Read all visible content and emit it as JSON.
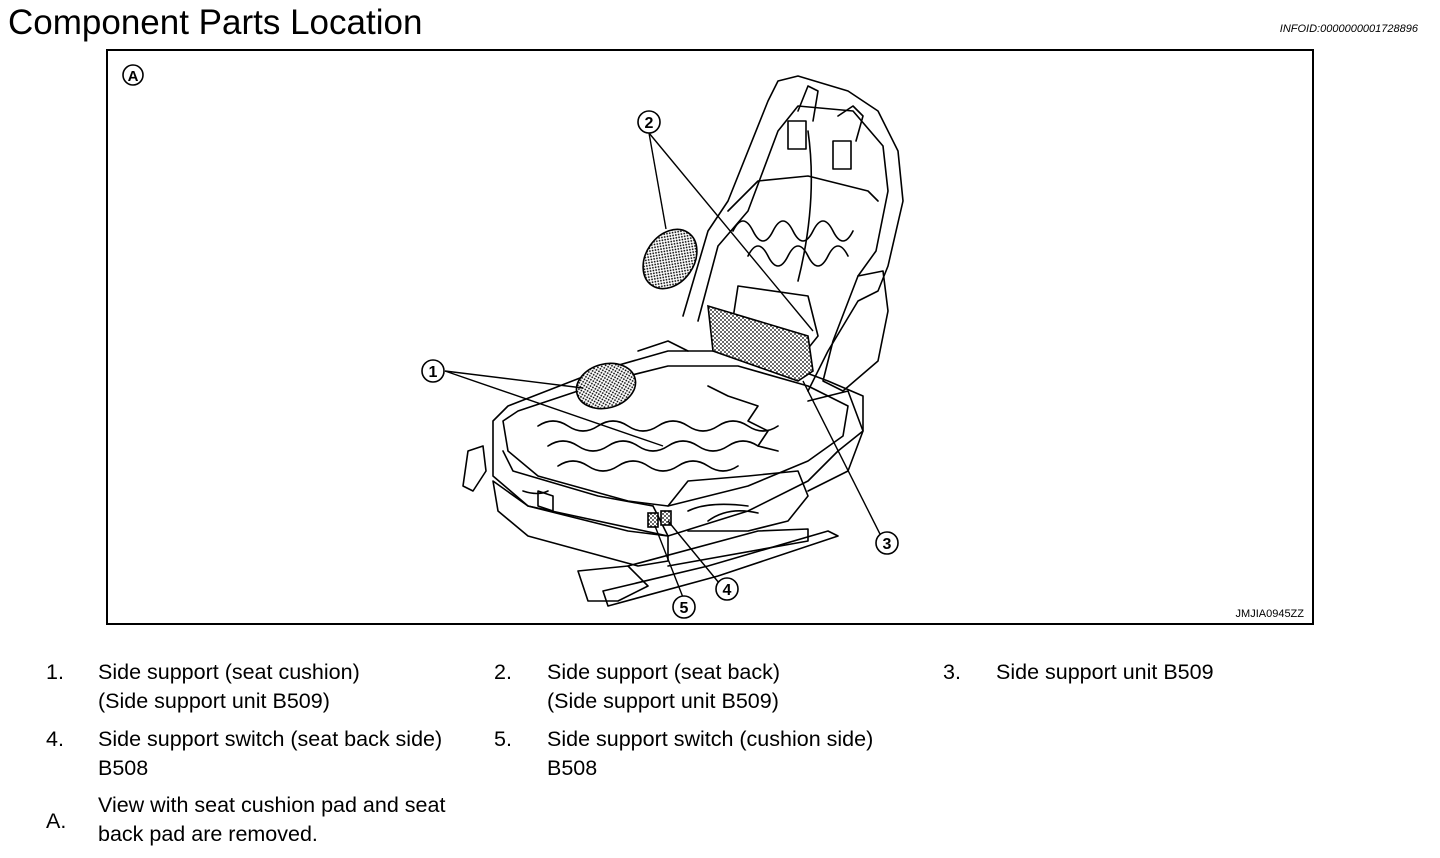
{
  "header": {
    "title": "Component Parts Location",
    "info_id": "INFOID:0000000001728896"
  },
  "figure": {
    "view_label": "A",
    "code": "JMJIA0945ZZ",
    "callouts": [
      "1",
      "2",
      "3",
      "4",
      "5"
    ]
  },
  "legend": [
    {
      "num": "1.",
      "line1": "Side support (seat cushion)",
      "line2": "(Side support unit B509)"
    },
    {
      "num": "2.",
      "line1": "Side support (seat back)",
      "line2": "(Side support unit B509)"
    },
    {
      "num": "3.",
      "line1": "Side support unit B509",
      "line2": ""
    },
    {
      "num": "4.",
      "line1": "Side support switch (seat back side)",
      "line2": "B508"
    },
    {
      "num": "5.",
      "line1": "Side support switch (cushion side)",
      "line2": "B508"
    },
    {
      "num": "A.",
      "line1": "View with seat cushion pad and seat",
      "line2": "back pad are removed."
    }
  ]
}
